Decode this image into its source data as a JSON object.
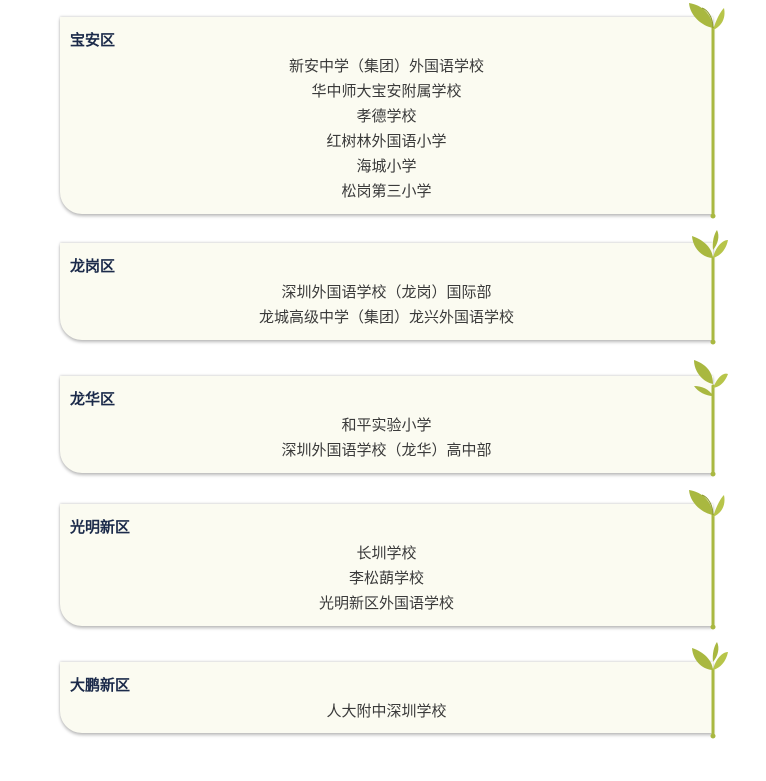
{
  "colors": {
    "card_background": "#fbfbf1",
    "district_title": "#1b2a4a",
    "school_text": "#3a3a3a",
    "vine_green": "#a9b840"
  },
  "icons": [
    "sprout-icon"
  ],
  "districts": [
    {
      "name": "宝安区",
      "schools": [
        "新安中学（集团）外国语学校",
        "华中师大宝安附属学校",
        "孝德学校",
        "红树林外国语小学",
        "海城小学",
        "松岗第三小学"
      ]
    },
    {
      "name": "龙岗区",
      "schools": [
        "深圳外国语学校（龙岗）国际部",
        "龙城高级中学（集团）龙兴外国语学校"
      ]
    },
    {
      "name": "龙华区",
      "schools": [
        "和平实验小学",
        "深圳外国语学校（龙华）高中部"
      ]
    },
    {
      "name": "光明新区",
      "schools": [
        "长圳学校",
        "李松蓢学校",
        "光明新区外国语学校"
      ]
    },
    {
      "name": "大鹏新区",
      "schools": [
        "人大附中深圳学校"
      ]
    }
  ]
}
